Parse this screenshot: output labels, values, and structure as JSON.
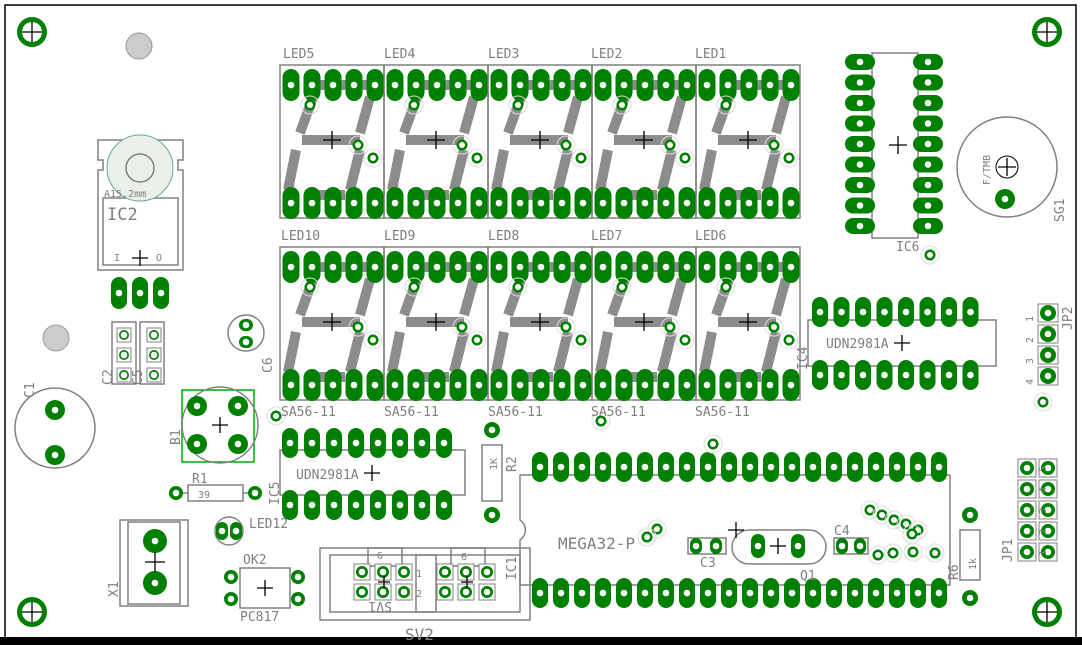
{
  "colors": {
    "copper": "#008000",
    "silk": "#808080",
    "segment": "#8c8c8c",
    "board_edge": "#000000"
  },
  "displays": {
    "top": [
      "LED5",
      "LED4",
      "LED3",
      "LED2",
      "LED1"
    ],
    "bottom": [
      "LED10",
      "LED9",
      "LED8",
      "LED7",
      "LED6"
    ],
    "part": "SA56-11"
  },
  "labels": {
    "ic2": "IC2",
    "ic2_pkg": "A15,2mm",
    "ic2_in": "I",
    "ic2_out": "O",
    "c1": "C1",
    "c2": "C2",
    "c5": "C5",
    "c6": "C6",
    "b1": "B1",
    "r1": "R1",
    "r1_val": "39",
    "ic5": "IC5",
    "ic5_part": "UDN2981A",
    "ic4": "IC4",
    "ic4_part": "UDN2981A",
    "r2": "R2",
    "r2_val": "1K",
    "ic1": "IC1",
    "ic1_part": "MEGA32-P",
    "c3": "C3",
    "c4": "C4",
    "q1": "Q1",
    "r6": "R6",
    "r6_val": "1k",
    "jp1": "JP1",
    "jp2": "JP2",
    "sg1": "SG1",
    "sg1_part": "F/TMB",
    "ic6": "IC6",
    "x1": "X1",
    "led12": "LED12",
    "ok2": "OK2",
    "ok2_part": "PC817",
    "sv1": "SV1",
    "sv2": "SV2",
    "sv_pin6": "6",
    "sv_pin9": "9",
    "sv_pin1": "1",
    "sv_pin2": "2"
  },
  "jp1_pins": [
    "1",
    "2",
    "3",
    "4",
    "5"
  ],
  "jp2_pins": [
    "1",
    "2",
    "3",
    "4"
  ]
}
